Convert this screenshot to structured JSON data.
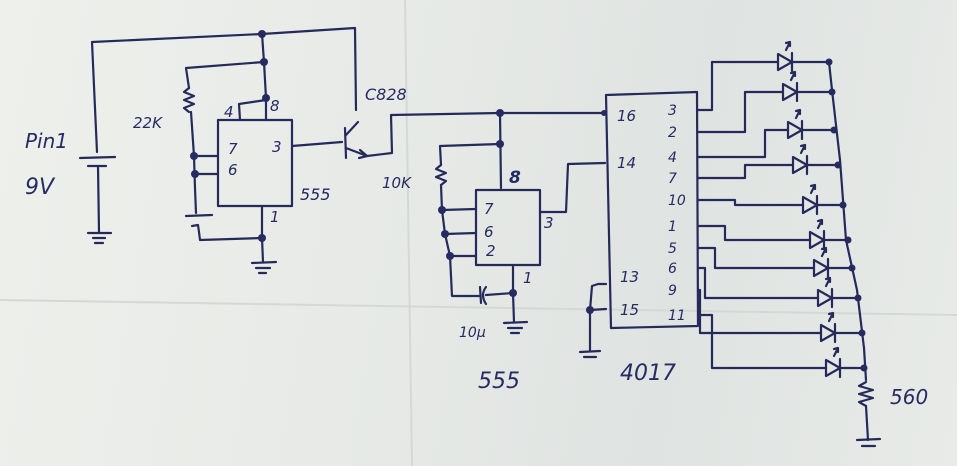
{
  "diagram": {
    "type": "hand-drawn circuit schematic",
    "ink_color": "#262b62",
    "paper_color": "#e9ebe8",
    "power": {
      "label_line1": "Pin1",
      "label_line2": "9V"
    },
    "timer1": {
      "chip": "555",
      "resistor": "22K",
      "pins": {
        "p4": "4",
        "p8": "8",
        "p7": "7",
        "p6": "6",
        "p3": "3",
        "p1": "1"
      }
    },
    "transistor": {
      "label": "C828"
    },
    "timer2": {
      "chip": "555",
      "resistor": "10K",
      "capacitor": "10µ",
      "pins": {
        "p8": "8",
        "p7": "7",
        "p6": "6",
        "p2": "2",
        "p3": "3",
        "p1": "1"
      }
    },
    "counter": {
      "chip": "4017",
      "left_pins": [
        "16",
        "14",
        "13",
        "15"
      ],
      "right_pins": [
        "3",
        "2",
        "4",
        "7",
        "10",
        "1",
        "5",
        "6",
        "9",
        "11"
      ]
    },
    "leds": {
      "count": 10
    },
    "output_resistor": {
      "label": "560"
    }
  }
}
